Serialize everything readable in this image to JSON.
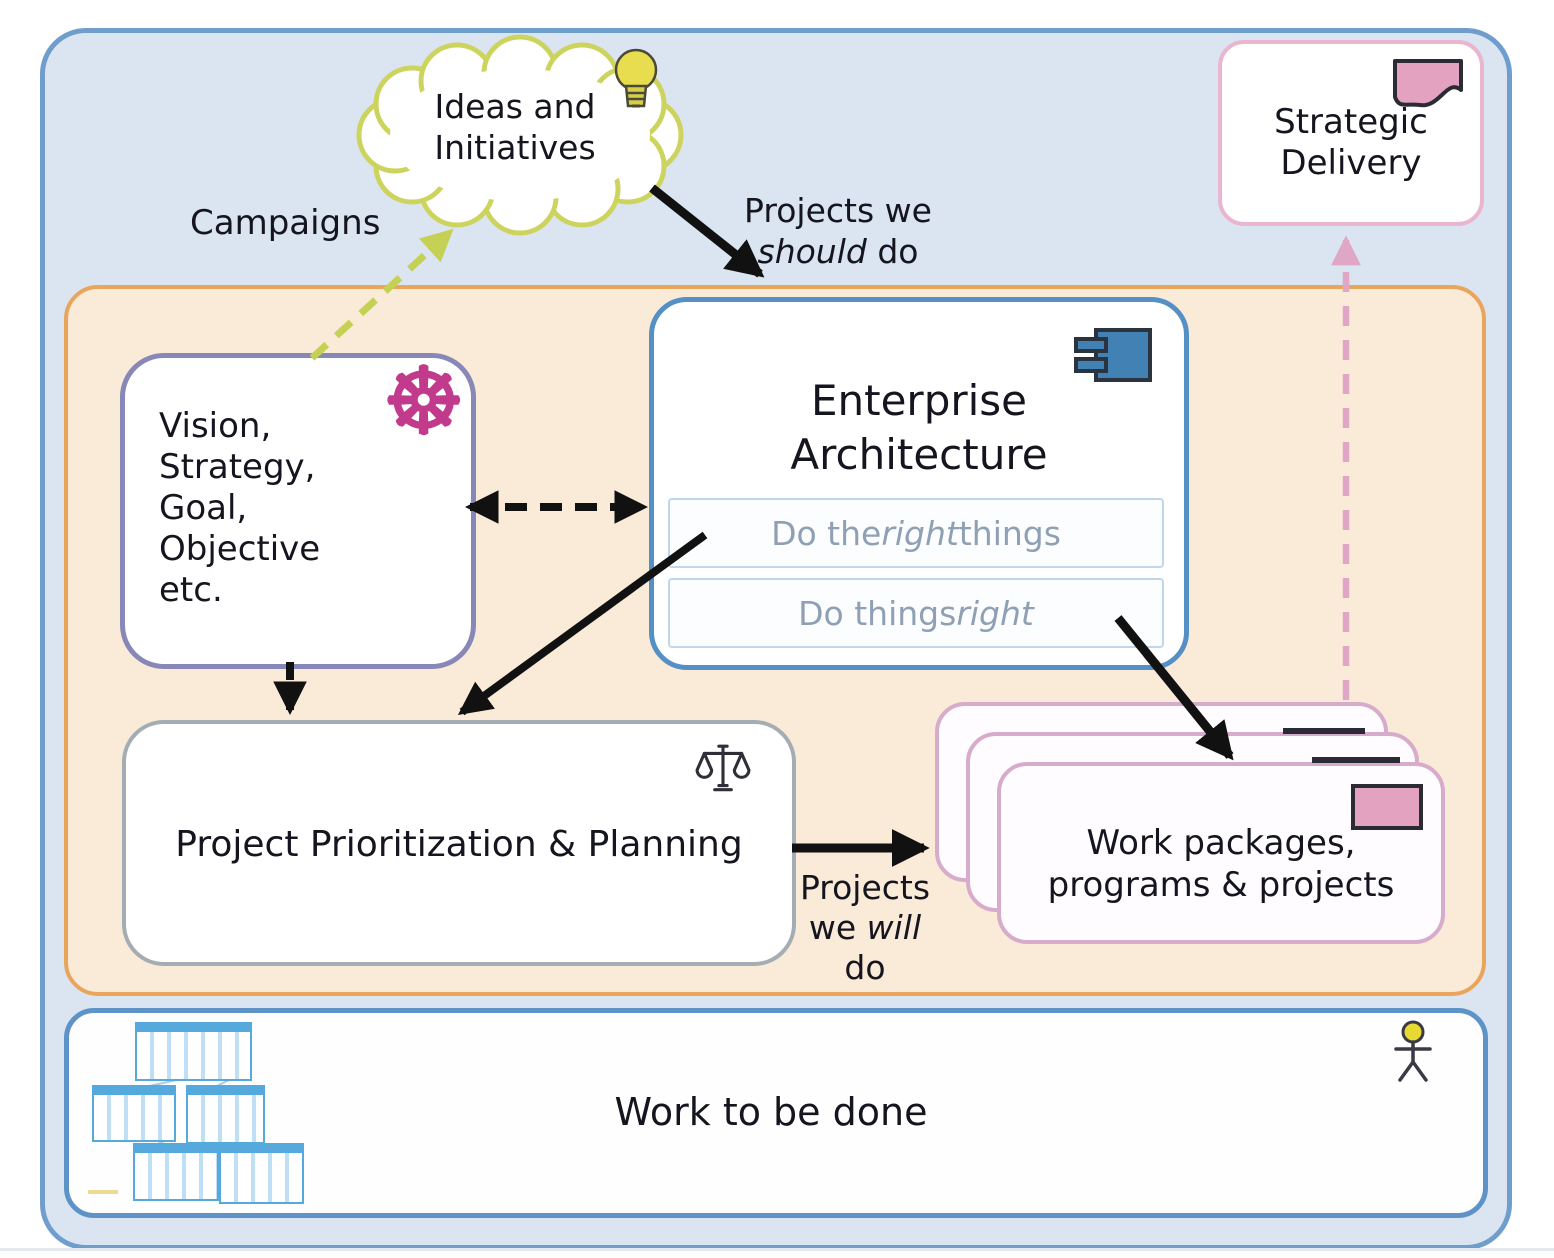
{
  "colors": {
    "outer_bg": "#dbe5f1",
    "outer_border": "#6f9ecd",
    "band_bg": "#faead8",
    "band_border": "#e9a55b",
    "workbox_border": "#5d93c6",
    "cloud_border": "#ccd45e",
    "magenta_accent": "#c23a8c",
    "ea_border": "#5590c5",
    "ea_icon_fill": "#4181b3",
    "vision_border": "#8787b8",
    "ppp_border": "#a3adb3",
    "pink_border": "#d7abcb",
    "pink_fill": "#e3a2c0",
    "arrow_black": "#111111",
    "arrow_yellow": "#c5d155",
    "arrow_pink": "#dfa6c5",
    "kanban_blue": "#55a9dc",
    "sub_text": "#8fa0b5"
  },
  "cloud": {
    "line1": "Ideas and",
    "line2": "Initiatives"
  },
  "labels": {
    "campaigns": "Campaigns",
    "projects_should": {
      "line1": "Projects we",
      "italic": "should",
      "rest": " do"
    },
    "projects_will": {
      "line1": "Projects",
      "line2_pre": "we ",
      "line2_italic": "will",
      "line3": "do"
    }
  },
  "boxes": {
    "strategic_delivery": {
      "line1": "Strategic",
      "line2": "Delivery"
    },
    "vision": {
      "lines": [
        "Vision,",
        "Strategy,",
        "Goal,",
        "Objective",
        "etc."
      ]
    },
    "enterprise_architecture": {
      "title_line1": "Enterprise",
      "title_line2": "Architecture",
      "sub1": {
        "pre": "Do the ",
        "italic": "right",
        "post": " things"
      },
      "sub2": {
        "pre": "Do things ",
        "italic": "right",
        "post": ""
      }
    },
    "ppp": {
      "label": "Project Prioritization & Planning"
    },
    "work_packages": {
      "line1": "Work packages,",
      "line2": "programs & projects"
    },
    "work_to_be_done": {
      "label": "Work to be done"
    }
  }
}
